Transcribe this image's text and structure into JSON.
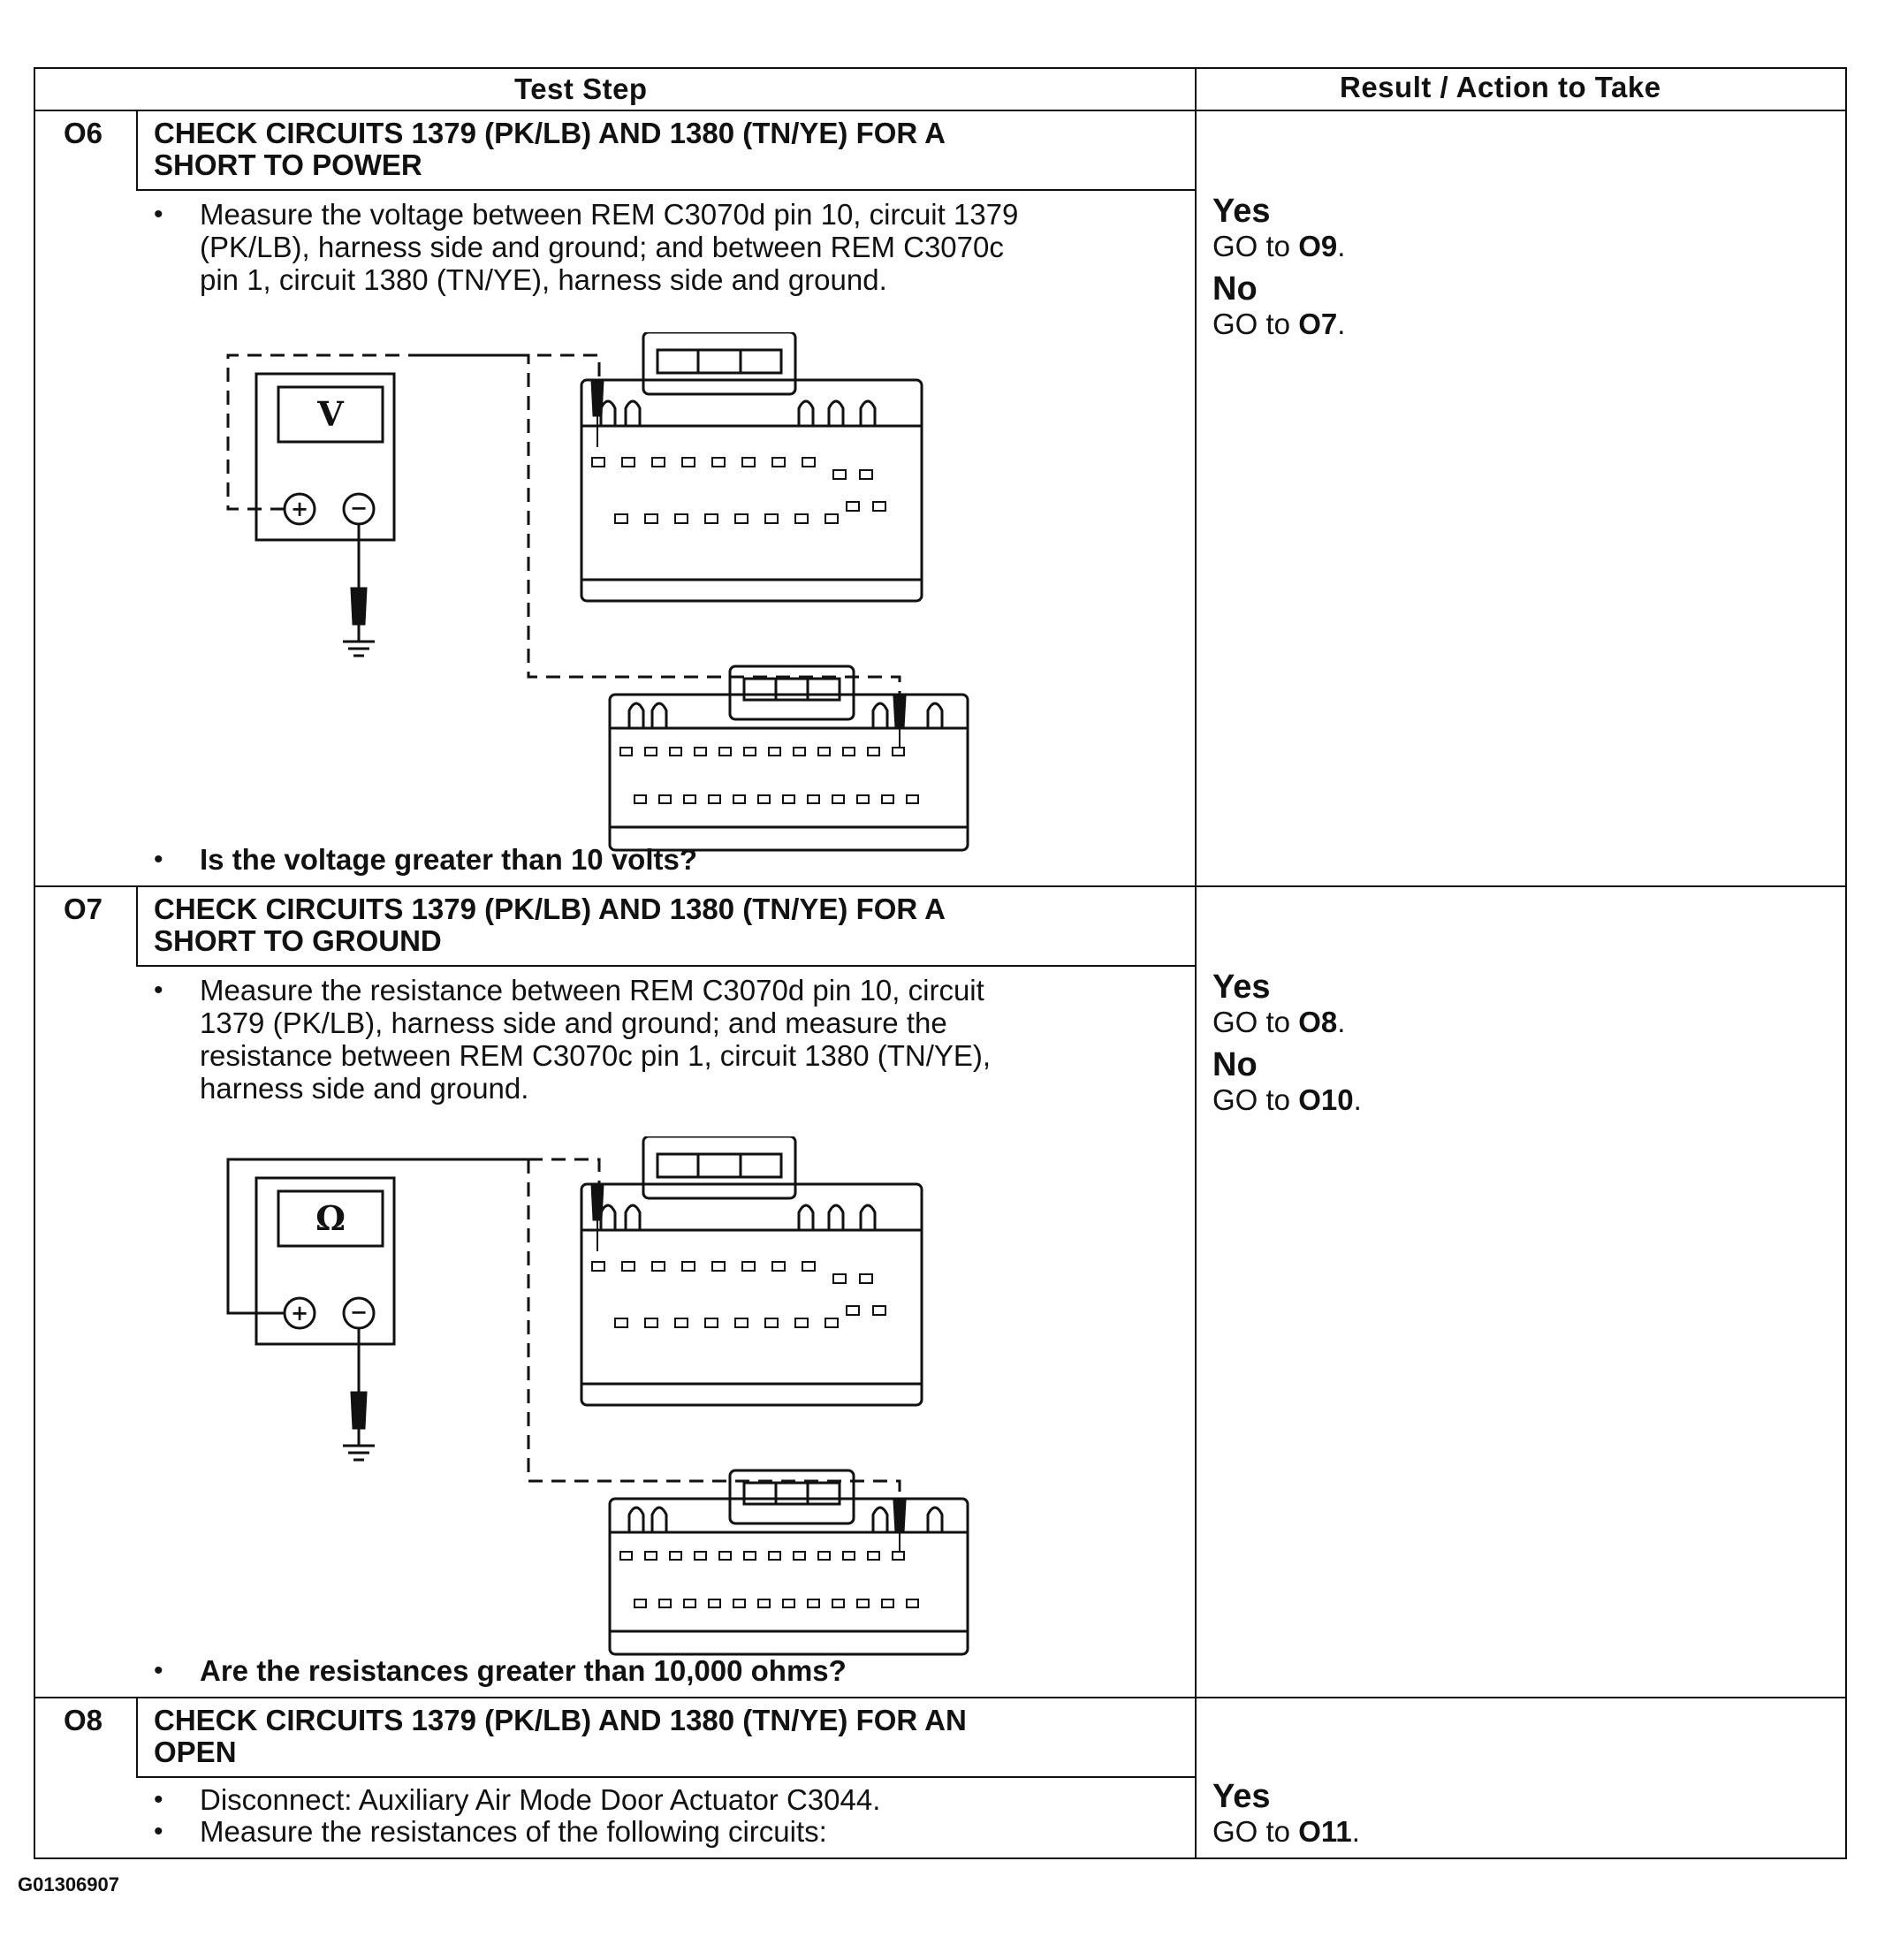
{
  "table": {
    "header": {
      "test_step": "Test Step",
      "result": "Result / Action to Take"
    },
    "steps": [
      {
        "id": "O6",
        "title_line1": "CHECK CIRCUITS 1379 (PK/LB) AND 1380 (TN/YE) FOR A",
        "title_line2": "SHORT TO POWER",
        "body_lines": [
          "Measure the voltage between REM C3070d pin 10, circuit 1379",
          "(PK/LB), harness side and ground; and between REM C3070c",
          "pin 1, circuit 1380 (TN/YE), harness side and ground."
        ],
        "meter_symbol": "V",
        "question": "Is the voltage greater than 10 volts?",
        "yes_label": "Yes",
        "yes_action": "GO to",
        "yes_target": "O9",
        "no_label": "No",
        "no_action": "GO to",
        "no_target": "O7"
      },
      {
        "id": "O7",
        "title_line1": "CHECK CIRCUITS 1379 (PK/LB) AND 1380 (TN/YE) FOR A",
        "title_line2": "SHORT TO GROUND",
        "body_lines": [
          "Measure the resistance between REM C3070d pin 10, circuit",
          "1379 (PK/LB), harness side and ground; and measure the",
          "resistance between REM C3070c pin 1, circuit 1380 (TN/YE),",
          "harness side and ground."
        ],
        "meter_symbol": "Ω",
        "question": "Are the resistances greater than 10,000 ohms?",
        "yes_label": "Yes",
        "yes_action": "GO to",
        "yes_target": "O8",
        "no_label": "No",
        "no_action": "GO to",
        "no_target": "O10"
      },
      {
        "id": "O8",
        "title_line1": "CHECK CIRCUITS 1379 (PK/LB) AND 1380 (TN/YE) FOR AN",
        "title_line2": "OPEN",
        "body_lines": [
          "Disconnect: Auxiliary Air Mode Door Actuator C3044.",
          "Measure the resistances of the following circuits:"
        ],
        "yes_label": "Yes",
        "yes_action": "GO to",
        "yes_target": "O11"
      }
    ]
  },
  "figure_id": "G01306907"
}
